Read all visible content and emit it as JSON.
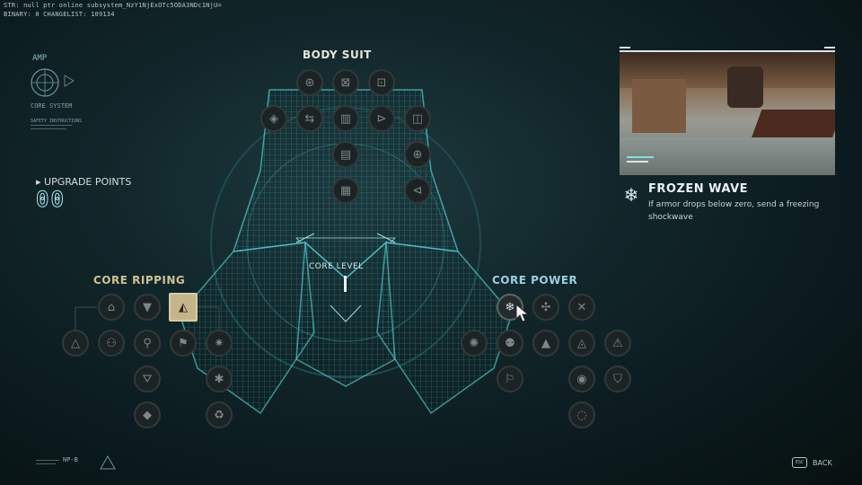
{
  "debug": {
    "line1": "STR: null ptr online subsystem_NzY1NjExOTc5ODA3NDc1NjU=",
    "line2": "BINARY: 0   CHANGELIST:   109134"
  },
  "branding": {
    "amp": "AMP",
    "core_system": "CORE SYSTEM",
    "safety": "SAFETY INSTRUCTIONS",
    "footer_code": "NP-B"
  },
  "upgrade_points": {
    "label": "UPGRADE POINTS",
    "value": "00"
  },
  "sections": {
    "body_suit": "BODY SUIT",
    "core_ripping": "CORE RIPPING",
    "core_power": "CORE POWER",
    "core_level": "CORE LEVEL"
  },
  "selected_skill": {
    "name": "FROZEN WAVE",
    "description": "If armor drops below zero, send a freezing shockwave",
    "icon": "snowflake-icon"
  },
  "back": {
    "key": "ESC",
    "label": "BACK"
  },
  "colors": {
    "hologram": "#4fc6c7",
    "accent_gold": "#cfc191",
    "accent_blue": "#9ccfe3",
    "node_fill": "#1b2325"
  }
}
